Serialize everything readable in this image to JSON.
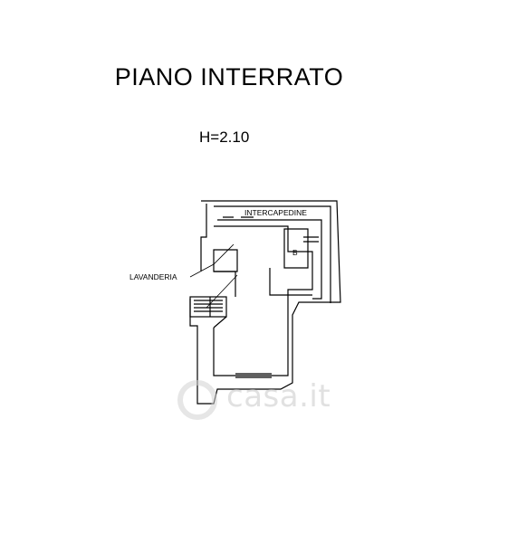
{
  "drawing": {
    "title": "PIANO INTERRATO",
    "height_label": "H=2.10"
  },
  "rooms": {
    "intercapedine": "INTERCAPEDINE",
    "lavanderia": "LAVANDERIA",
    "b": "B"
  },
  "watermark": {
    "text": "casa.it"
  }
}
